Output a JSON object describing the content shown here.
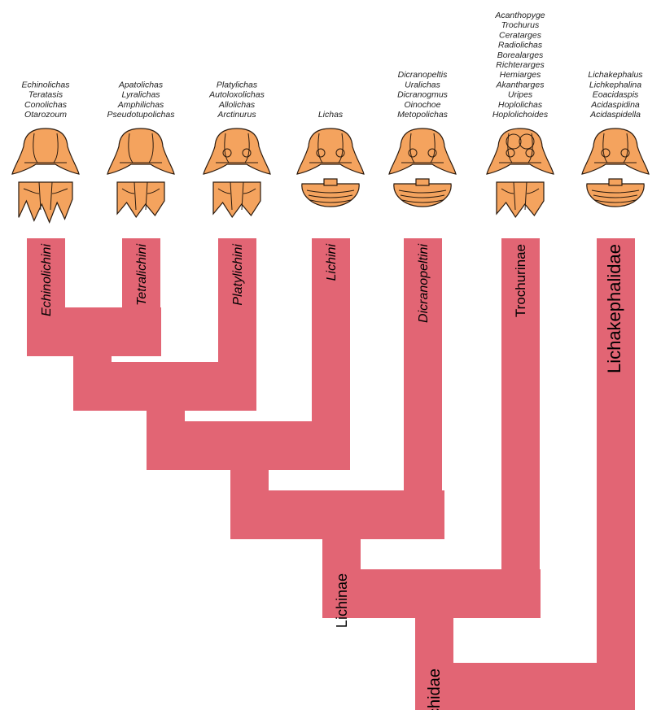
{
  "colors": {
    "branch": "#e26574",
    "trilobite_fill": "#f4a35e",
    "trilobite_outline": "#2a1a0e",
    "text": "#000000"
  },
  "taxa": [
    {
      "name": "Echinolichini",
      "italic": true,
      "genera": [
        "Echinolichas",
        "Teratasis",
        "Conolichas",
        "Otarozoum"
      ]
    },
    {
      "name": "Tetralichini",
      "italic": true,
      "genera": [
        "Apatolichas",
        "Lyralichas",
        "Amphilichas",
        "Pseudotupolichas"
      ]
    },
    {
      "name": "Platylichini",
      "italic": true,
      "genera": [
        "Platylichas",
        "Autoloxolichas",
        "Allolichas",
        "Arctinurus"
      ]
    },
    {
      "name": "Lichini",
      "italic": true,
      "genera": [
        "Lichas"
      ]
    },
    {
      "name": "Dicranopeltini",
      "italic": true,
      "genera": [
        "Dicranopeltis",
        "Uralichas",
        "Dicranogmus",
        "Oinochoe",
        "Metopolichas"
      ]
    },
    {
      "name": "Trochurinae",
      "italic": false,
      "genera": [
        "Acanthopyge",
        "Trochurus",
        "Ceratarges",
        "Radiolichas",
        "Borealarges",
        "Richterarges",
        "Hemiarges",
        "Akantharges",
        "Uripes",
        "Hoplolichas",
        "Hoplolichoides"
      ]
    },
    {
      "name": "Lichakephalidae",
      "italic": false,
      "genera": [
        "Lichakephalus",
        "Lichkephalina",
        "Eoacidaspis",
        "Acidaspidina",
        "Acidaspidella"
      ]
    }
  ],
  "clades": [
    {
      "name": "Lichinae"
    },
    {
      "name": "Lichidae"
    }
  ]
}
